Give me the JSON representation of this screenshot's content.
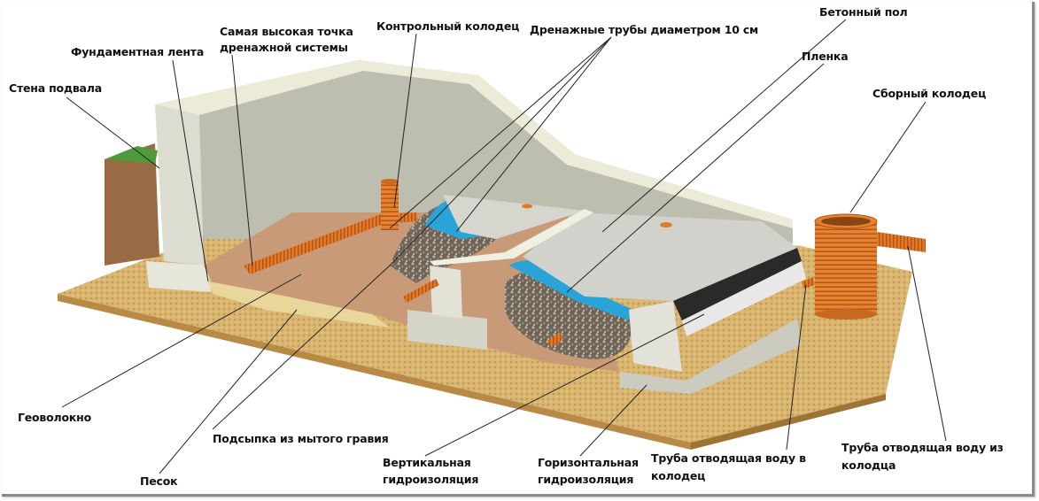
{
  "labels": {
    "basement_wall": "Стена подвала",
    "foundation_strip": "Фундаментная лента",
    "highest_point_1": "Самая высокая точка",
    "highest_point_2": "дренажной системы",
    "inspection_well": "Контрольный колодец",
    "drain_pipes": "Дренажные трубы диаметром 10 см",
    "concrete_floor": "Бетонный пол",
    "film": "Пленка",
    "collection_well": "Сборный колодец",
    "geotextile": "Геоволокно",
    "washed_gravel": "Подсыпка из мытого гравия",
    "sand": "Песок",
    "vertical_waterproofing_1": "Вертикальная",
    "vertical_waterproofing_2": "гидроизоляция",
    "horizontal_waterproofing_1": "Горизонтальная",
    "horizontal_waterproofing_2": "гидроизоляция",
    "pipe_into_well_1": "Труба отводящая воду в",
    "pipe_into_well_2": "колодец",
    "pipe_out_of_well_1": "Труба отводящая воду из",
    "pipe_out_of_well_2": "колодца"
  },
  "colors": {
    "pipe": "#e07a25",
    "base": "#d6b06a",
    "wall": "#cfcfc4",
    "sand": "#c99a78",
    "film": "#2aa3d8",
    "gravel": "#6e6458"
  }
}
